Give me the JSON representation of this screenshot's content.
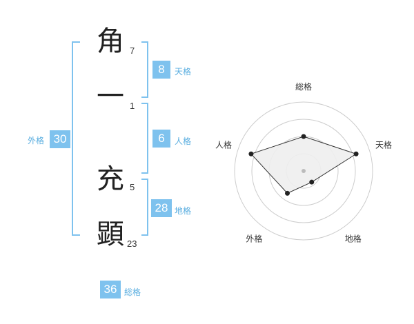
{
  "name_chars": [
    {
      "char": "角",
      "strokes": "7"
    },
    {
      "char": "一",
      "strokes": "1"
    },
    {
      "char": "充",
      "strokes": "5"
    },
    {
      "char": "顕",
      "strokes": "23"
    }
  ],
  "kaku": {
    "tenkaku": {
      "value": "8",
      "label": "天格"
    },
    "jinkaku": {
      "value": "6",
      "label": "人格"
    },
    "chikaku": {
      "value": "28",
      "label": "地格"
    },
    "gaikaku": {
      "value": "30",
      "label": "外格"
    },
    "soukaku": {
      "value": "36",
      "label": "総格"
    }
  },
  "chart_data": {
    "type": "radar",
    "axes": [
      "総格",
      "天格",
      "地格",
      "外格",
      "人格"
    ],
    "values": [
      0.5,
      0.8,
      0.2,
      0.4,
      0.8
    ],
    "max": 1.0,
    "rings": 4,
    "colors": {
      "ring": "#cccccc",
      "fill": "#eeeeee",
      "line": "#333333",
      "point": "#222222",
      "center": "#bbbbbb"
    }
  }
}
